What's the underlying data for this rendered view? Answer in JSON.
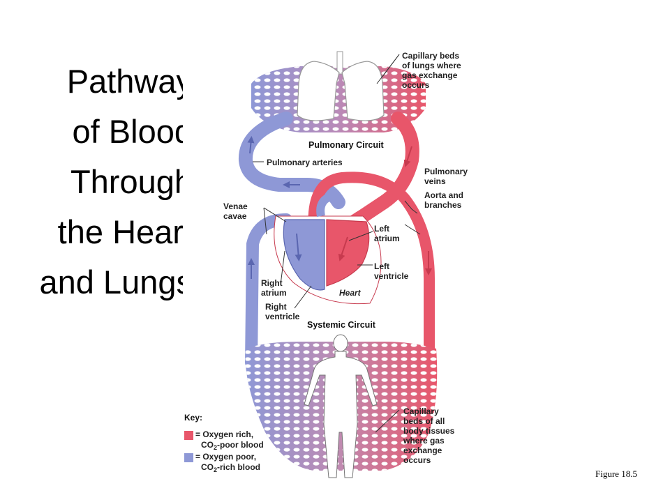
{
  "slide": {
    "title_lines": [
      "Pathway",
      "of Blood",
      "Through",
      "the Heart",
      "and Lungs"
    ],
    "figure_caption": "Figure 18.5"
  },
  "diagram": {
    "labels": {
      "capillary_lungs": [
        "Capillary beds",
        "of lungs where",
        "gas exchange",
        "occurs"
      ],
      "pulmonary_circuit": "Pulmonary Circuit",
      "pulmonary_arteries": "Pulmonary arteries",
      "pulmonary_veins": [
        "Pulmonary",
        "veins"
      ],
      "aorta": [
        "Aorta and",
        "branches"
      ],
      "venae_cavae": [
        "Venae",
        "cavae"
      ],
      "left_atrium": [
        "Left",
        "atrium"
      ],
      "left_ventricle": [
        "Left",
        "ventricle"
      ],
      "right_atrium": [
        "Right",
        "atrium"
      ],
      "right_ventricle": [
        "Right",
        "ventricle"
      ],
      "heart": "Heart",
      "systemic_circuit": "Systemic Circuit",
      "capillary_body": [
        "Capillary",
        "beds of all",
        "body tissues",
        "where gas",
        "exchange",
        "occurs"
      ]
    },
    "key": {
      "title": "Key:",
      "oxygen_rich": {
        "line1": "= Oxygen rich,",
        "line2_prefix": "CO",
        "line2_sub": "2",
        "line2_suffix": "-poor blood",
        "color": "#e8566a"
      },
      "oxygen_poor": {
        "line1": "= Oxygen poor,",
        "line2_prefix": "CO",
        "line2_sub": "2",
        "line2_suffix": "-rich blood",
        "color": "#8e98d6"
      }
    },
    "colors": {
      "red": "#e8566a",
      "blue": "#8e98d6",
      "red_dark": "#c73a4e",
      "blue_dark": "#5a66b0"
    }
  }
}
